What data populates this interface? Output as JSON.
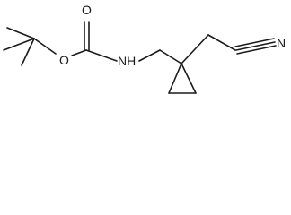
{
  "molecule": {
    "atoms": {
      "oxygen_carbonyl": "O",
      "oxygen_ester": "O",
      "nitrogen_amide": "NH",
      "nitrogen_nitrile": "N"
    },
    "colors": {
      "bond": "#1a1a1a",
      "label": "#1a1a1a",
      "background": "#ffffff"
    }
  }
}
